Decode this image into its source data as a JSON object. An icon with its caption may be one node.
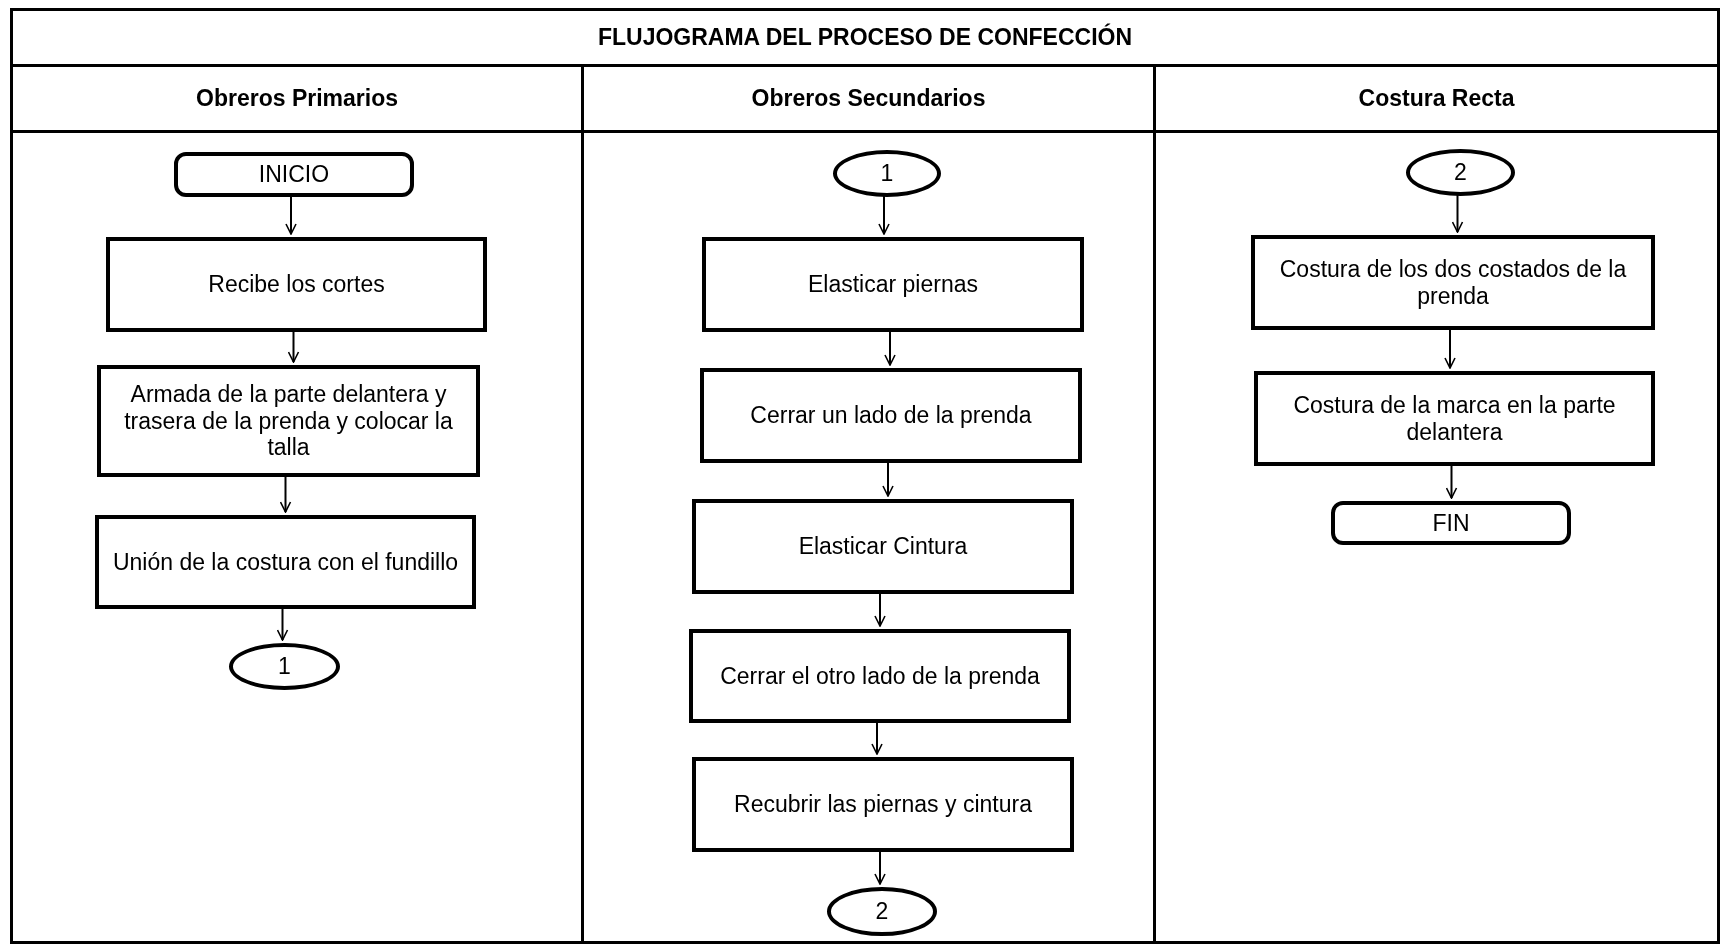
{
  "diagram": {
    "title": "FLUJOGRAMA DEL PROCESO DE CONFECCIÓN",
    "nodes": [
      {
        "text": [
          "Obreros Primarios"
        ]
      },
      {
        "text": [
          "INICIO"
        ],
        "in": 0
      },
      {
        "text": [
          "Recibe los cortes"
        ],
        "in": 0
      },
      {
        "text": [
          "Armada de la parte delantera y trasera de la prenda y colocar la talla"
        ],
        "in": 0
      },
      {
        "text": [
          "Unión de la costura con el fundillo"
        ],
        "in": 0
      },
      {
        "text": [
          "1"
        ],
        "in": 0
      },
      {
        "text": [
          "Obreros Secundarios"
        ]
      },
      {
        "text": [
          "1"
        ],
        "in": 6
      },
      {
        "text": [
          "Elasticar piernas"
        ],
        "in": 6
      },
      {
        "text": [
          "Cerrar un lado de la prenda"
        ],
        "in": 6
      },
      {
        "text": [
          "Elasticar Cintura"
        ],
        "in": 6
      },
      {
        "text": [
          "Cerrar el otro lado de la prenda"
        ],
        "in": 6
      },
      {
        "text": [
          "Recubrir las piernas y cintura"
        ],
        "in": 6
      },
      {
        "text": [
          "2"
        ],
        "in": 6
      },
      {
        "text": [
          "Costura Recta"
        ]
      },
      {
        "text": [
          "2"
        ],
        "in": 14
      },
      {
        "text": [
          "Costura de los dos costados de la prenda"
        ],
        "in": 14
      },
      {
        "text": [
          "Costura de la marca en la parte delantera"
        ],
        "in": 14
      },
      {
        "text": [
          "FIN"
        ],
        "in": 14
      }
    ],
    "edges": [
      {
        "from": 1,
        "to": 2,
        "arrow": "to"
      },
      {
        "from": 2,
        "to": 3,
        "arrow": "to"
      },
      {
        "from": 3,
        "to": 4,
        "arrow": "to"
      },
      {
        "from": 4,
        "to": 5,
        "arrow": "to"
      },
      {
        "from": 7,
        "to": 8,
        "arrow": "to"
      },
      {
        "from": 8,
        "to": 9,
        "arrow": "to"
      },
      {
        "from": 9,
        "to": 10,
        "arrow": "to"
      },
      {
        "from": 10,
        "to": 11,
        "arrow": "to"
      },
      {
        "from": 11,
        "to": 12,
        "arrow": "to"
      },
      {
        "from": 12,
        "to": 13,
        "arrow": "to"
      },
      {
        "from": 15,
        "to": 16,
        "arrow": "to"
      },
      {
        "from": 16,
        "to": 17,
        "arrow": "to"
      },
      {
        "from": 17,
        "to": 18,
        "arrow": "to"
      }
    ]
  }
}
